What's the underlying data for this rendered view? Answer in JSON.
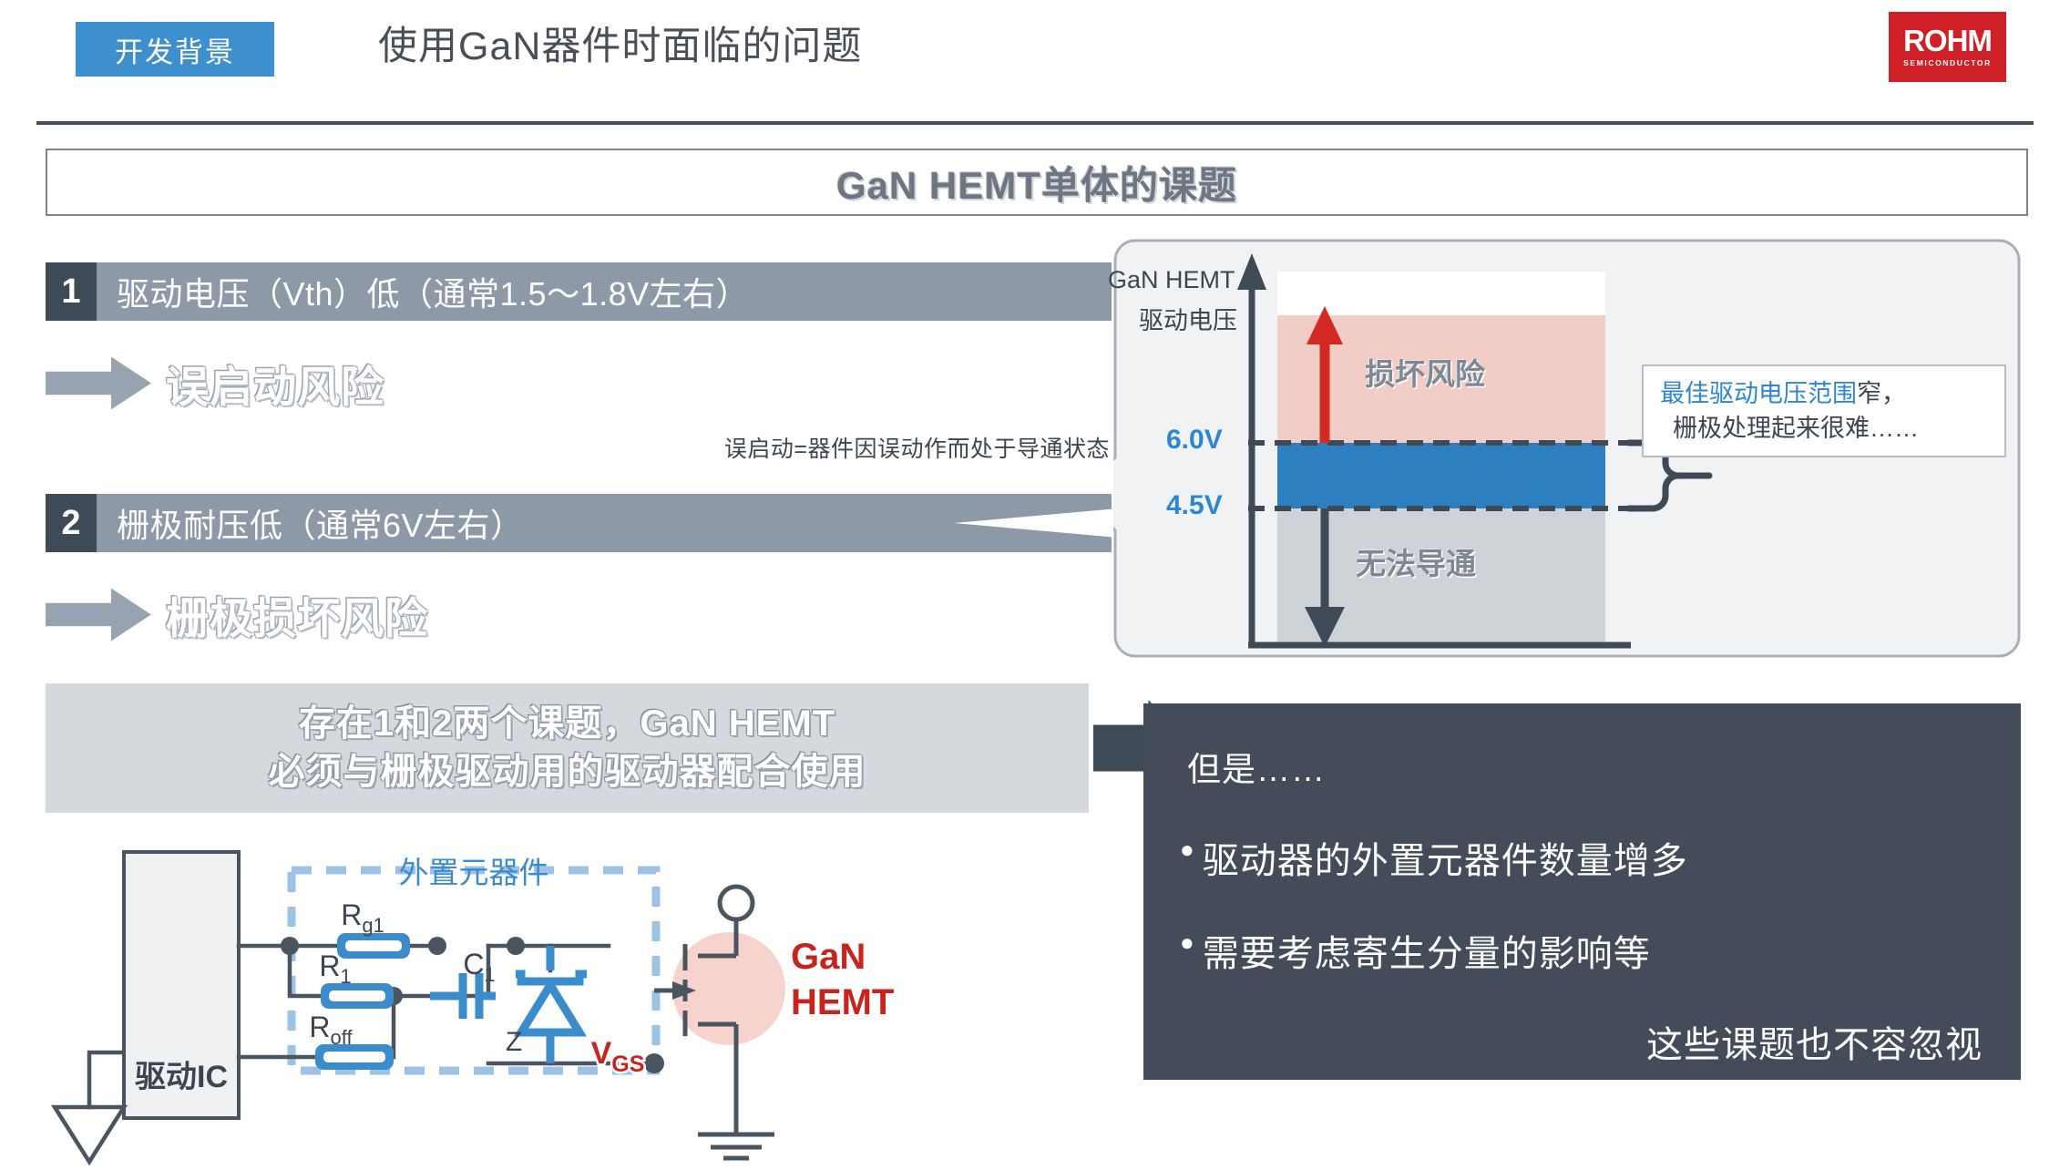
{
  "header": {
    "tag": "开发背景",
    "title": "使用GaN器件时面临的问题",
    "logo": {
      "word": "ROHM",
      "sub": "SEMICONDUCTOR"
    }
  },
  "page_title": "GaN HEMT单体的课题",
  "items": [
    {
      "number": "1",
      "text": "驱动电压（Vth）低（通常1.5～1.8V左右）",
      "arrow_text": "误启动风险"
    },
    {
      "number": "2",
      "text": "栅极耐压低（通常6V左右）",
      "arrow_text": "栅极损坏风险"
    }
  ],
  "note": "误启动=器件因误动作而处于导通状态",
  "summary": {
    "line1": "存在1和2两个课题，GaN HEMT",
    "line2": "必须与栅极驱动用的驱动器配合使用"
  },
  "diagram": {
    "axis_label_line1": "GaN HEMT",
    "axis_label_line2": "驱动电压",
    "upper_voltage": "6.0V",
    "lower_voltage": "4.5V",
    "zone_top": "损坏风险",
    "zone_bottom": "无法导通",
    "callout_line1_hl": "最佳驱动电压范围",
    "callout_line1_rest": "窄，",
    "callout_line2": "栅极处理起来很难……"
  },
  "dark_box": {
    "lead": "但是……",
    "bullet_dot": "●",
    "bullets": [
      "驱动器的外置元器件数量增多",
      "需要考虑寄生分量的影响等"
    ],
    "tail": "这些课题也不容忽视"
  },
  "circuit": {
    "ic_label": "驱动IC",
    "region_label": "外置元器件",
    "rg1": "R",
    "rg1_sub": "g1",
    "r1": "R",
    "r1_sub": "1",
    "roff": "R",
    "roff_sub": "off",
    "c1": "C",
    "c1_sub": "1",
    "zener": "Z",
    "vgs": "V",
    "vgs_sub": "GS",
    "device_line1": "GaN",
    "device_line2": "HEMT"
  },
  "colors": {
    "accent_blue": "#3e8fce",
    "brand_red": "#cf2027",
    "bar_gray": "#8e99a8",
    "num_dark": "#3f4a57",
    "band_blue": "#2e7fbf",
    "risk_pink": "#f2cdc5",
    "off_gray": "#ced3d8",
    "dark_box": "#434c58",
    "circuit_blue": "#3a8ccb",
    "circuit_wire": "#4b5560"
  }
}
